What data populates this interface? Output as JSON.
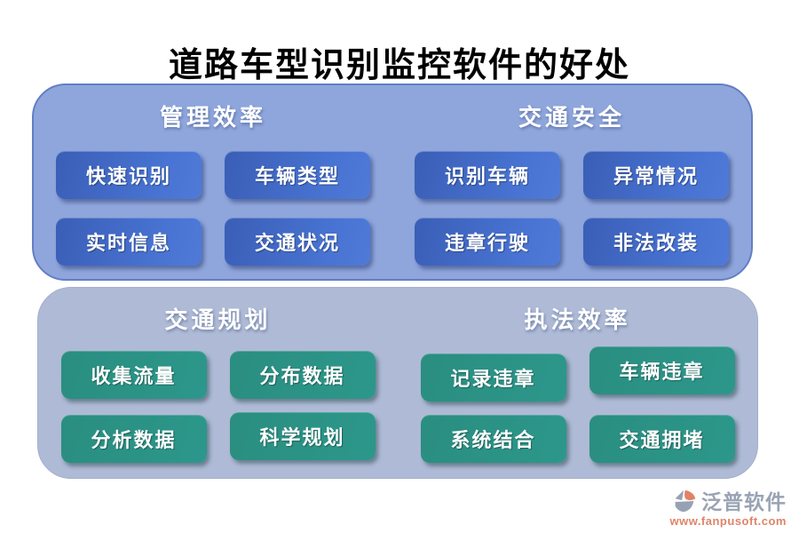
{
  "title": "道路车型识别监控软件的好处",
  "panels": [
    {
      "id": "benefits-blue",
      "bg": "#8FA6DC",
      "button_color": "#4873D2",
      "groups": [
        {
          "header": "管理效率",
          "buttons": [
            "快速识别",
            "车辆类型",
            "实时信息",
            "交通状况"
          ]
        },
        {
          "header": "交通安全",
          "buttons": [
            "识别车辆",
            "异常情况",
            "违章行驶",
            "非法改装"
          ]
        }
      ]
    },
    {
      "id": "benefits-green",
      "bg": "#AFBBD6",
      "button_color": "#2C978B",
      "groups": [
        {
          "header": "交通规划",
          "buttons": [
            "收集流量",
            "分布数据",
            "分析数据",
            "科学规划"
          ]
        },
        {
          "header": "执法效率",
          "buttons": [
            "记录违章",
            "车辆违章",
            "系统结合",
            "交通拥堵"
          ]
        }
      ]
    }
  ],
  "footer": {
    "brand": "泛普软件",
    "url": "www.fanpusoft.com",
    "brand_color": "#99A3B4",
    "accent_color": "#DE8468"
  }
}
